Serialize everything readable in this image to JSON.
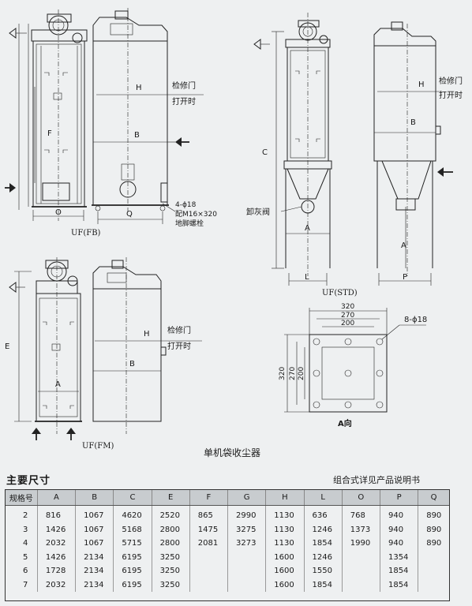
{
  "figures": {
    "fb": {
      "caption": "UF(FB)",
      "dims": {
        "H": "H",
        "F": "F",
        "B": "B",
        "O": "O",
        "Q": "Q"
      },
      "open_label_1": "检修门",
      "open_label_2": "打开时",
      "bolt_line1": "4-ϕ18",
      "bolt_line2": "配M16×320",
      "bolt_line3": "地脚螺栓"
    },
    "std": {
      "caption": "UF(STD)",
      "dims": {
        "H": "H",
        "C": "C",
        "B": "B",
        "A_left": "A",
        "A_right": "A",
        "L": "L",
        "P": "P"
      },
      "open_label_1": "检修门",
      "open_label_2": "打开时",
      "valve_label": "卸灰阀"
    },
    "fm": {
      "caption": "UF(FM)",
      "dims": {
        "E": "E",
        "H": "H",
        "A": "A",
        "B": "B"
      },
      "open_label_1": "检修门",
      "open_label_2": "打开时"
    },
    "a_view": {
      "caption": "A向",
      "dims": {
        "w320": "320",
        "w270": "270",
        "w200": "200",
        "h320": "320",
        "h270": "270",
        "h200": "200"
      },
      "holes": "8-ϕ18"
    }
  },
  "caption": "单机袋收尘器",
  "section_title": "主要尺寸",
  "note": "组合式详见产品说明书",
  "table": {
    "headers": [
      "规格号",
      "A",
      "B",
      "C",
      "E",
      "F",
      "G",
      "H",
      "L",
      "O",
      "P",
      "Q"
    ],
    "rows": [
      [
        "2",
        "816",
        "1067",
        "4620",
        "2520",
        "865",
        "2990",
        "1130",
        "636",
        "768",
        "940",
        "890"
      ],
      [
        "3",
        "1426",
        "1067",
        "5168",
        "2800",
        "1475",
        "3275",
        "1130",
        "1246",
        "1373",
        "940",
        "890"
      ],
      [
        "4",
        "2032",
        "1067",
        "5715",
        "2800",
        "2081",
        "3273",
        "1130",
        "1854",
        "1990",
        "940",
        "890"
      ],
      [
        "5",
        "1426",
        "2134",
        "6195",
        "3250",
        "",
        "",
        "1600",
        "1246",
        "",
        "1354",
        ""
      ],
      [
        "6",
        "1728",
        "2134",
        "6195",
        "3250",
        "",
        "",
        "1600",
        "1550",
        "",
        "1854",
        ""
      ],
      [
        "7",
        "2032",
        "2134",
        "6195",
        "3250",
        "",
        "",
        "1600",
        "1854",
        "",
        "1854",
        ""
      ]
    ]
  }
}
